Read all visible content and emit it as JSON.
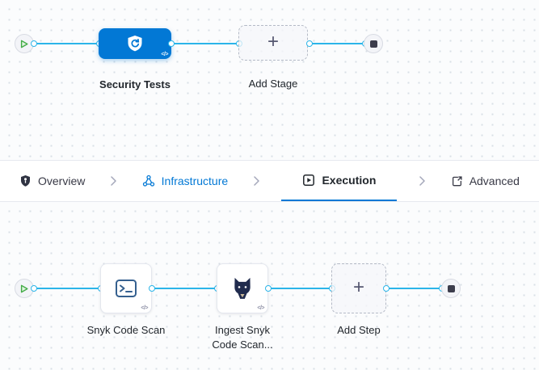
{
  "colors": {
    "accent_blue": "#0278d5",
    "link_blue": "#2bb5e9",
    "node_green": "#42ab45",
    "canvas_bg": "#fbfcfd",
    "text_dark": "#22272d"
  },
  "stage_pipeline": {
    "start_node": {
      "icon": "play-icon"
    },
    "end_node": {
      "icon": "stop-icon"
    },
    "stage": {
      "label": "Security Tests",
      "icon": "security-shield-icon",
      "code_badge": "</>"
    },
    "add_stage": {
      "label": "Add Stage",
      "plus_sign": "+"
    }
  },
  "tab_bar": {
    "separator_icon": "chevron-right-icon",
    "tabs": [
      {
        "label": "Overview",
        "icon": "overview-badge-icon",
        "state": "default"
      },
      {
        "label": "Infrastructure",
        "icon": "infrastructure-icon",
        "state": "highlighted"
      },
      {
        "label": "Execution",
        "icon": "execution-play-icon",
        "state": "active"
      },
      {
        "label": "Advanced",
        "icon": "advanced-doc-icon",
        "state": "default"
      }
    ]
  },
  "step_pipeline": {
    "start_node": {
      "icon": "play-icon"
    },
    "end_node": {
      "icon": "stop-icon"
    },
    "steps": [
      {
        "label": "Snyk Code Scan",
        "icon": "terminal-icon",
        "code_badge": "</>"
      },
      {
        "label": "Ingest Snyk Code Scan...",
        "icon": "snyk-dog-icon",
        "code_badge": "</>"
      }
    ],
    "add_step": {
      "label": "Add Step",
      "plus_sign": "+"
    }
  }
}
